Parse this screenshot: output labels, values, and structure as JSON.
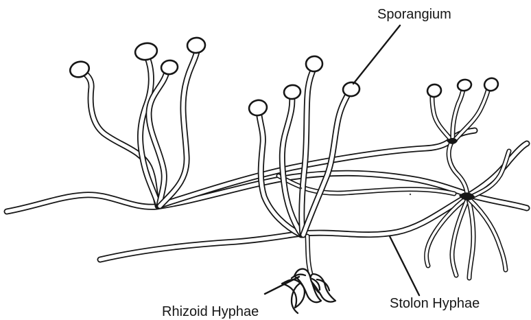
{
  "labels": {
    "sporangium": "Sporangium",
    "rhizoid_hyphae": "Rhizoid Hyphae",
    "stolon_hyphae": "Stolon Hyphae"
  },
  "colors": {
    "line": "#161616",
    "background": "#ffffff"
  }
}
